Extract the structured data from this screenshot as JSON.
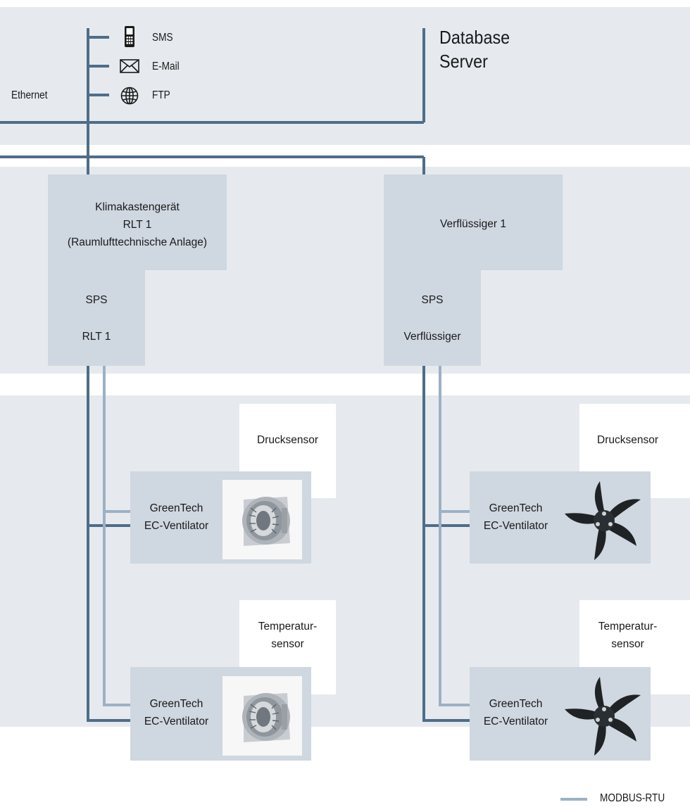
{
  "colors": {
    "band": "#e6eaef",
    "box": "#cfd7e0",
    "ethernet_line": "#4f6d87",
    "modbus_line": "#9db1c3"
  },
  "messaging": {
    "sms": "SMS",
    "email": "E-Mail",
    "ftp": "FTP"
  },
  "ethernet_label": "Ethernet",
  "database": {
    "line1": "Database",
    "line2": "Server"
  },
  "rlt": {
    "title1": "Klimakastengerät",
    "title2": "RLT 1",
    "title3": "(Raumlufttechnische Anlage)",
    "sps1": "SPS",
    "sps2": "RLT 1"
  },
  "verfluessiger": {
    "title": "Verflüssiger 1",
    "sps1": "SPS",
    "sps2": "Verflüssiger"
  },
  "sensors": {
    "pressure": "Drucksensor",
    "temperature1": "Temperatur-",
    "temperature2": "sensor"
  },
  "fan": {
    "line1": "GreenTech",
    "line2": "EC-Ventilator"
  },
  "legend": {
    "modbus": "MODBUS-RTU"
  },
  "icons": [
    "mobile-phone-icon",
    "envelope-icon",
    "globe-icon"
  ]
}
